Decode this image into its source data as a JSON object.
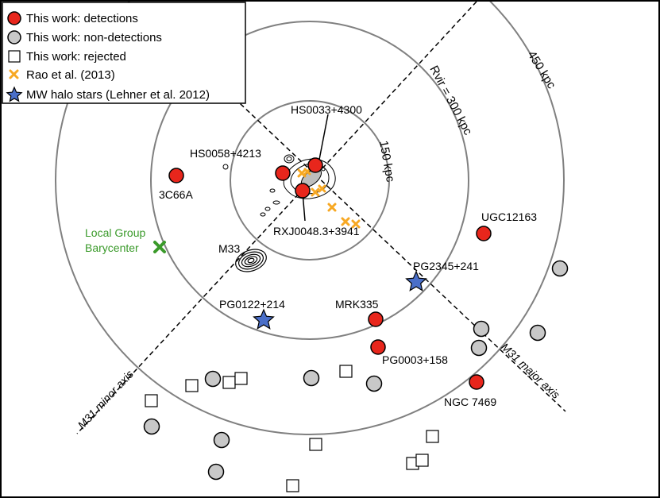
{
  "rings": [
    {
      "label": "150 kpc",
      "color": "#808080"
    },
    {
      "label": "Rvir = 300 kpc",
      "color": "#808080"
    },
    {
      "label": "450 kpc",
      "color": "#808080"
    }
  ],
  "axes": {
    "major": "M31 major axis",
    "minor": "M31 minor axis"
  },
  "legend": [
    {
      "label": "This work: detections",
      "marker": "red-circle"
    },
    {
      "label": "This work: non-detections",
      "marker": "grey-circle"
    },
    {
      "label": "This work: rejected",
      "marker": "open-square"
    },
    {
      "label": "Rao et al. (2013)",
      "marker": "orange-x"
    },
    {
      "label": "MW halo stars (Lehner et al. 2012)",
      "marker": "blue-star"
    }
  ],
  "sightlines": {
    "hs0033": "HS0033+4300",
    "hs0058": "HS0058+4213",
    "rxj0048": "RXJ0048.3+3941",
    "c66a": "3C66A",
    "ugc12163": "UGC12163",
    "pg2345": "PG2345+241",
    "pg0122": "PG0122+214",
    "mrk335": "MRK335",
    "pg0003": "PG0003+158",
    "ngc7469": "NGC 7469"
  },
  "objects": {
    "m33": "M33",
    "barycenter_line1": "Local Group",
    "barycenter_line2": "Barycenter"
  },
  "colors": {
    "detection": "#e8261c",
    "nondetection": "#c8c8c8",
    "rao": "#f7a823",
    "star": "#4a6fc9",
    "barycenter": "#3a9a2a",
    "ring": "#808080"
  }
}
